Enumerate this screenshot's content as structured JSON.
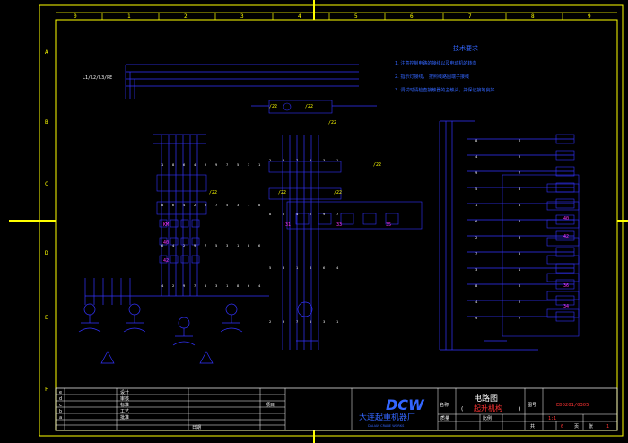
{
  "frame": {
    "col_labels": [
      "0",
      "1",
      "2",
      "3",
      "4",
      "5",
      "6",
      "7",
      "8",
      "9"
    ],
    "row_labels": [
      "A",
      "B",
      "C",
      "D",
      "E",
      "F"
    ]
  },
  "notes": {
    "title": "技术要求",
    "lines": [
      "1. 注意控制电路的接线以及电动机的转向",
      "2. 指示灯接线，   按照线路图端子接线",
      "3. 调试时请检查接触器的主触头，并保证接地良好"
    ]
  },
  "schematic": {
    "top_label": "L1/L2/L3/PE",
    "labels_yellow": [
      "/22",
      "/22",
      "/22",
      "/22",
      "/22",
      "/22",
      "/22"
    ],
    "labels_magenta": [
      "KM",
      "40",
      "42",
      "31",
      "33",
      "35",
      "40",
      "42",
      "36",
      "34"
    ]
  },
  "title_block": {
    "company_cn": "大连起重机器厂",
    "company_en": "DALIAN CRANE WORKS",
    "logo_text": "DCW",
    "drawing_name_label": "名称",
    "drawing_title": "电路图",
    "drawing_subtitle": "起升机构",
    "drawing_no_label": "图号",
    "drawing_no": "ED0201/0305",
    "project_label": "项目",
    "date_label": "日期",
    "rev_rows": [
      "e",
      "d",
      "c",
      "b",
      "a"
    ],
    "sign_labels": [
      "设计",
      "审核",
      "标准",
      "工艺",
      "批准"
    ],
    "bottom_labels": [
      "质量",
      "比例",
      "共",
      "页",
      "第",
      "张"
    ],
    "bottom_values": [
      "1:1",
      "6",
      "1"
    ]
  },
  "colors": {
    "frame": "#ffff00",
    "wire": "#3333ff",
    "text_white": "#ffffff",
    "text_magenta": "#ff33ff",
    "text_red": "#ff3333"
  }
}
